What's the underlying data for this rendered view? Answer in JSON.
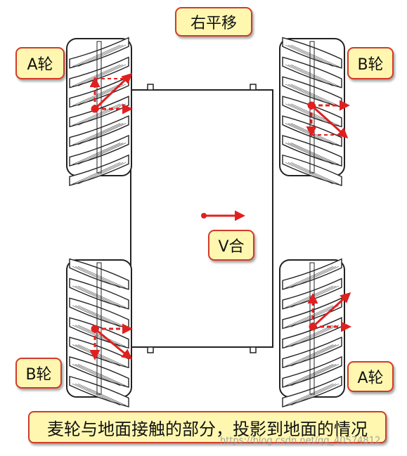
{
  "title": "右平移",
  "wheels": {
    "top_left": "A轮",
    "top_right": "B轮",
    "bottom_left": "B轮",
    "bottom_right": "A轮"
  },
  "velocity_label": "V合",
  "caption": "麦轮与地面接触的部分，投影到地面的情况",
  "watermark": "https://blog.csdn.net/qq_40574812",
  "colors": {
    "arrow": "#e02020",
    "label_fill": "#fff7b0",
    "label_border": "#d23a2a",
    "outline": "#222222"
  },
  "icons": [
    "mecanum-wheel-icon",
    "velocity-arrow-icon",
    "robot-chassis"
  ]
}
